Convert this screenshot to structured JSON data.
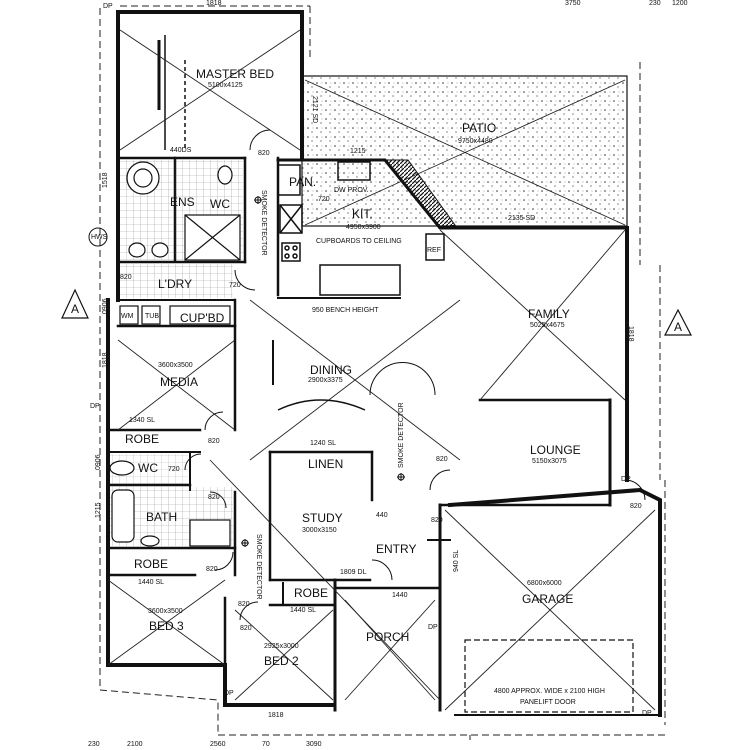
{
  "rooms": {
    "master_bed": {
      "name": "MASTER BED",
      "size": "5100x4125"
    },
    "patio": {
      "name": "PATIO",
      "size": "9750x4480"
    },
    "pantry": {
      "name": "PAN."
    },
    "kitchen": {
      "name": "KIT.",
      "size": "4950x3900",
      "note": "CUPBOARDS TO CEILING"
    },
    "ensuite": {
      "name": "ENS"
    },
    "wc_ens": {
      "name": "WC"
    },
    "laundry": {
      "name": "L'DRY"
    },
    "cupboard": {
      "name": "CUP'BD"
    },
    "wm": {
      "name": "WM"
    },
    "tub": {
      "name": "TUB"
    },
    "family": {
      "name": "FAMILY",
      "size": "5025x4675"
    },
    "media": {
      "name": "MEDIA",
      "size": "3600x3500"
    },
    "dining": {
      "name": "DINING",
      "size": "2900x3375"
    },
    "robe_media": {
      "name": "ROBE"
    },
    "wc": {
      "name": "WC"
    },
    "linen": {
      "name": "LINEN"
    },
    "lounge": {
      "name": "LOUNGE",
      "size": "5150x3075"
    },
    "bath": {
      "name": "BATH"
    },
    "study": {
      "name": "STUDY",
      "size": "3000x3150"
    },
    "entry": {
      "name": "ENTRY"
    },
    "robe_bed3": {
      "name": "ROBE"
    },
    "bed3": {
      "name": "BED 3",
      "size": "3600x3500"
    },
    "robe_bed2": {
      "name": "ROBE"
    },
    "bed2": {
      "name": "BED 2",
      "size": "2925x3000"
    },
    "porch": {
      "name": "PORCH"
    },
    "garage": {
      "name": "GARAGE",
      "size": "6800x6000"
    }
  },
  "annotations": {
    "smoke_detector": "SMOKE DETECTOR",
    "smoke_detector_a": "SMOKE",
    "smoke_detector_b": "DETECTOR",
    "dw_prov": "DW PROV.",
    "ref": "REF",
    "hws": "HWS",
    "bench": "950 BENCH HEIGHT",
    "garage_door_1": "4800 APPROX. WIDE x 2100 HIGH",
    "garage_door_2": "PANELIFT DOOR",
    "section_mark": "A"
  },
  "dimensions": {
    "top_1818": "1818",
    "top_3750": "3750",
    "top_230": "230",
    "top_1200": "1200",
    "top_dp": "DP",
    "mbed_440": "440DS",
    "d820_a": "820",
    "d720_a": "720",
    "d1215_a": "1215",
    "patio_2121": "2121 SD",
    "patio_2135": "2135 SD",
    "left_1518": "1518",
    "d820_l": "820",
    "d720_l": "720",
    "left_0906a": "0906",
    "left_1818": "1818",
    "left_dp": "DP",
    "media_1340": "1340 SL",
    "d820_m": "820",
    "left_0906b": "0906",
    "wc_720": "720",
    "dining_1240": "1240 SL",
    "d820_lin": "820",
    "d440": "440",
    "d820_e": "820",
    "left_1215": "1215",
    "d820_bath": "820",
    "d820_bath2": "820",
    "d1440_b3": "1440 SL",
    "d820_b3": "820",
    "entry_1809": "1809 DL",
    "d1440_e": "1440",
    "d1440_b2": "1440 SL",
    "d820_b2": "820",
    "dp_porch": "DP",
    "garage_940": "940 SL",
    "garage_820": "820",
    "right_1818": "1818",
    "right_dp": "DP",
    "bot_1818": "1818",
    "bot_230": "230",
    "bot_2100": "2100",
    "bot_2560": "2560",
    "bot_70": "70",
    "bot_3090": "3090",
    "bot_dp": "DP",
    "dp_garage": "DP"
  }
}
